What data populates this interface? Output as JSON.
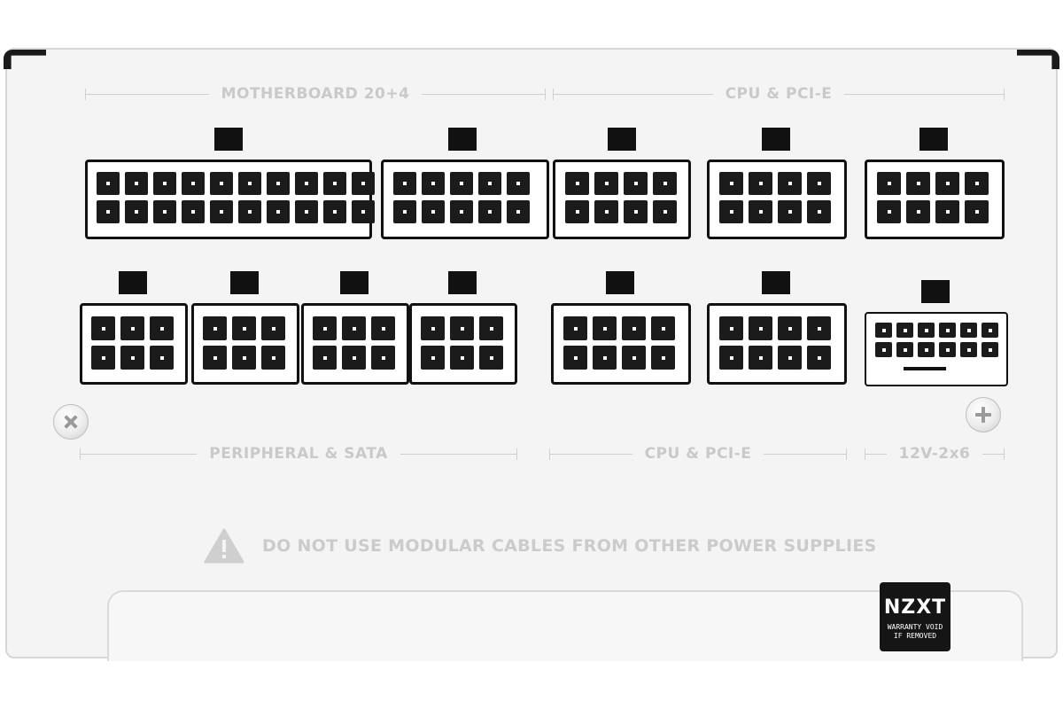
{
  "labels": {
    "motherboard": "MOTHERBOARD 20+4",
    "cpu_pcie_top": "CPU & PCI-E",
    "peripheral_sata": "PERIPHERAL & SATA",
    "cpu_pcie_bottom": "CPU & PCI-E",
    "twelve_v": "12V-2x6"
  },
  "warning": {
    "icon": "warning-triangle-icon",
    "text": "DO NOT USE MODULAR CABLES FROM OTHER POWER SUPPLIES"
  },
  "badge": {
    "logo": "NZXT",
    "line1": "WARRANTY VOID",
    "line2": "IF REMOVED"
  },
  "colors": {
    "panel": "#f4f4f4",
    "connector_outline": "#111111",
    "label_text": "#c9c9c9",
    "badge_bg": "#151515"
  }
}
